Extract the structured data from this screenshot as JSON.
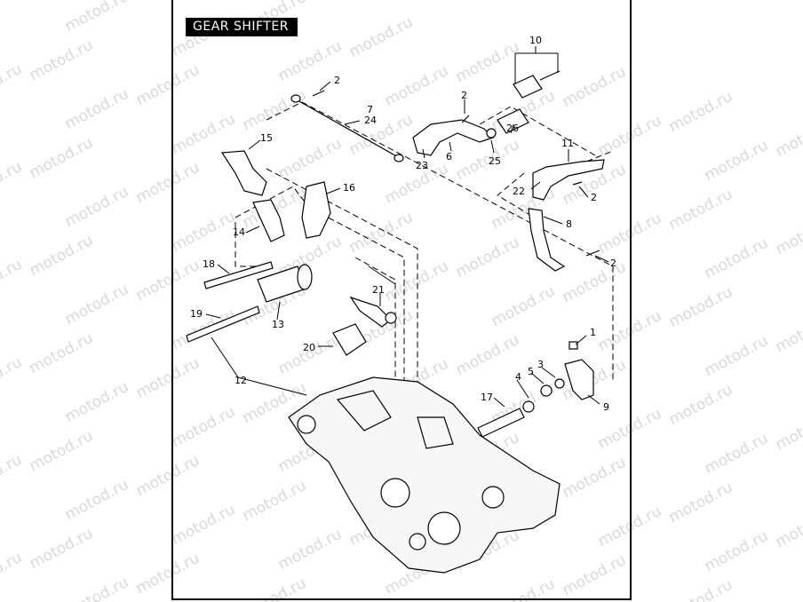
{
  "title": "GEAR SHIFTER",
  "watermark_text": "motod.ru",
  "colors": {
    "ink": "#000000",
    "watermark": "#d9d9d9",
    "paper": "#ffffff"
  },
  "part_labels": [
    "1",
    "2",
    "3",
    "4",
    "5",
    "6",
    "7",
    "8",
    "9",
    "10",
    "11",
    "12",
    "13",
    "14",
    "15",
    "16",
    "17",
    "18",
    "19",
    "20",
    "21",
    "22",
    "23",
    "24",
    "25",
    "26"
  ],
  "callouts_extra": [
    "2",
    "2",
    "2",
    "2"
  ]
}
